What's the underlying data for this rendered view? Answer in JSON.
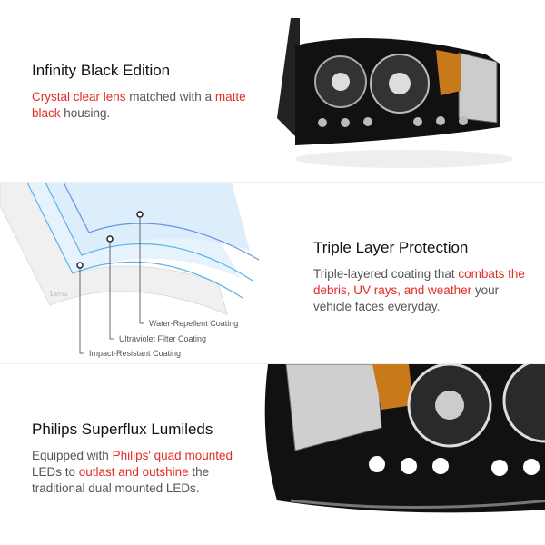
{
  "features": [
    {
      "title": "Infinity Black Edition",
      "body": [
        {
          "t": "Crystal clear lens",
          "hl": true
        },
        {
          "t": " matched with a ",
          "hl": false
        },
        {
          "t": "matte black",
          "hl": true
        },
        {
          "t": " housing.",
          "hl": false
        }
      ]
    },
    {
      "title": "Triple Layer Protection",
      "body": [
        {
          "t": "Triple-layered coating that ",
          "hl": false
        },
        {
          "t": "combats the debris, UV rays, and weather",
          "hl": true
        },
        {
          "t": " your vehicle faces everyday.",
          "hl": false
        }
      ]
    },
    {
      "title": "Philips Superflux Lumileds",
      "body": [
        {
          "t": "Equipped with ",
          "hl": false
        },
        {
          "t": "Philips' quad mounted",
          "hl": true
        },
        {
          "t": " LEDs to ",
          "hl": false
        },
        {
          "t": "outlast and outshine",
          "hl": true
        },
        {
          "t": " the traditional dual mounted LEDs.",
          "hl": false
        }
      ]
    }
  ],
  "diagram": {
    "lens": "Lens",
    "water": "Water-Repellent Coating",
    "uv": "Ultraviolet Filter Coating",
    "impact": "Impact-Resistant Coating"
  },
  "colors": {
    "highlight": "#e32b25"
  }
}
